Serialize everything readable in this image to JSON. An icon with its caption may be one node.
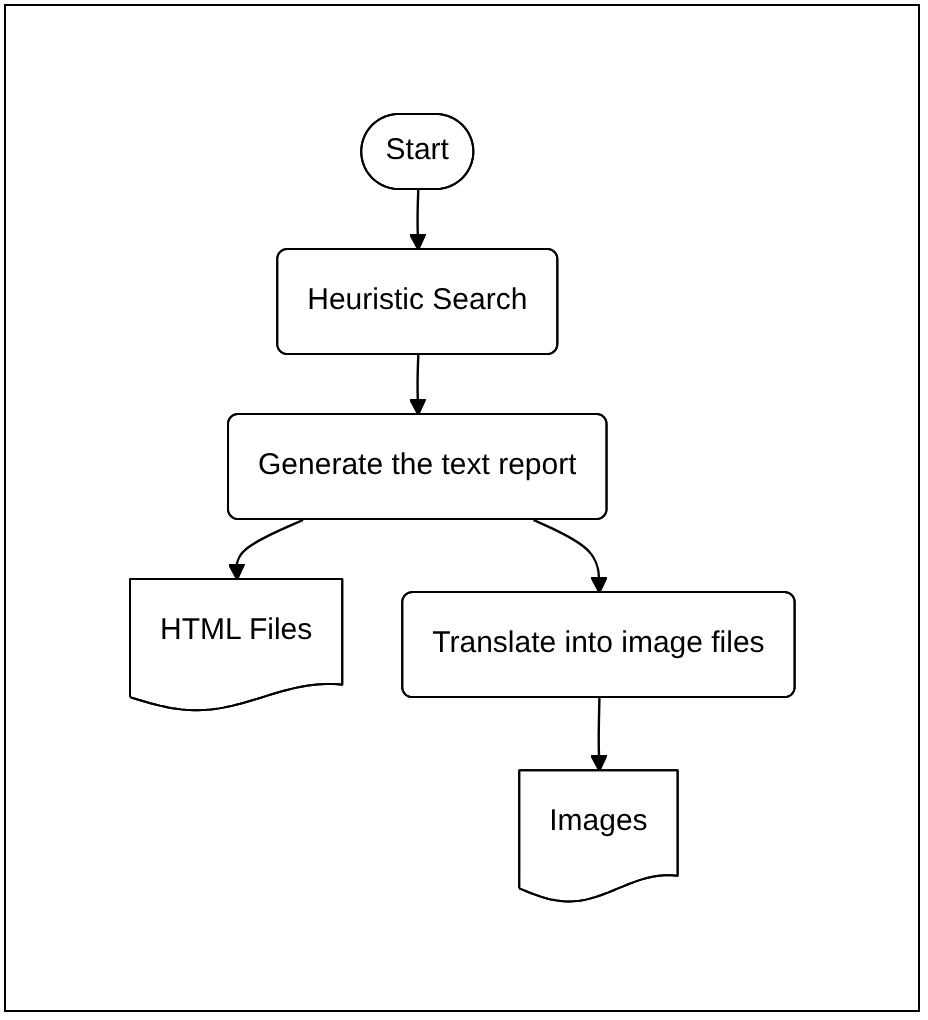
{
  "diagram": {
    "nodes": [
      {
        "text": [
          "Start"
        ]
      },
      {
        "text": [
          "Heuristic Search"
        ]
      },
      {
        "text": [
          "Generate the text report"
        ]
      },
      {
        "text": [
          "HTML Files"
        ]
      },
      {
        "text": [
          "Translate into image files"
        ]
      },
      {
        "text": [
          "Images"
        ]
      }
    ],
    "edges": [
      {
        "from": 0,
        "to": 1,
        "arrow": "to"
      },
      {
        "from": 1,
        "to": 2,
        "arrow": "to"
      },
      {
        "from": 2,
        "to": 3,
        "arrow": "to"
      },
      {
        "from": 2,
        "to": 4,
        "arrow": "to"
      },
      {
        "from": 4,
        "to": 5,
        "arrow": "to"
      }
    ]
  }
}
